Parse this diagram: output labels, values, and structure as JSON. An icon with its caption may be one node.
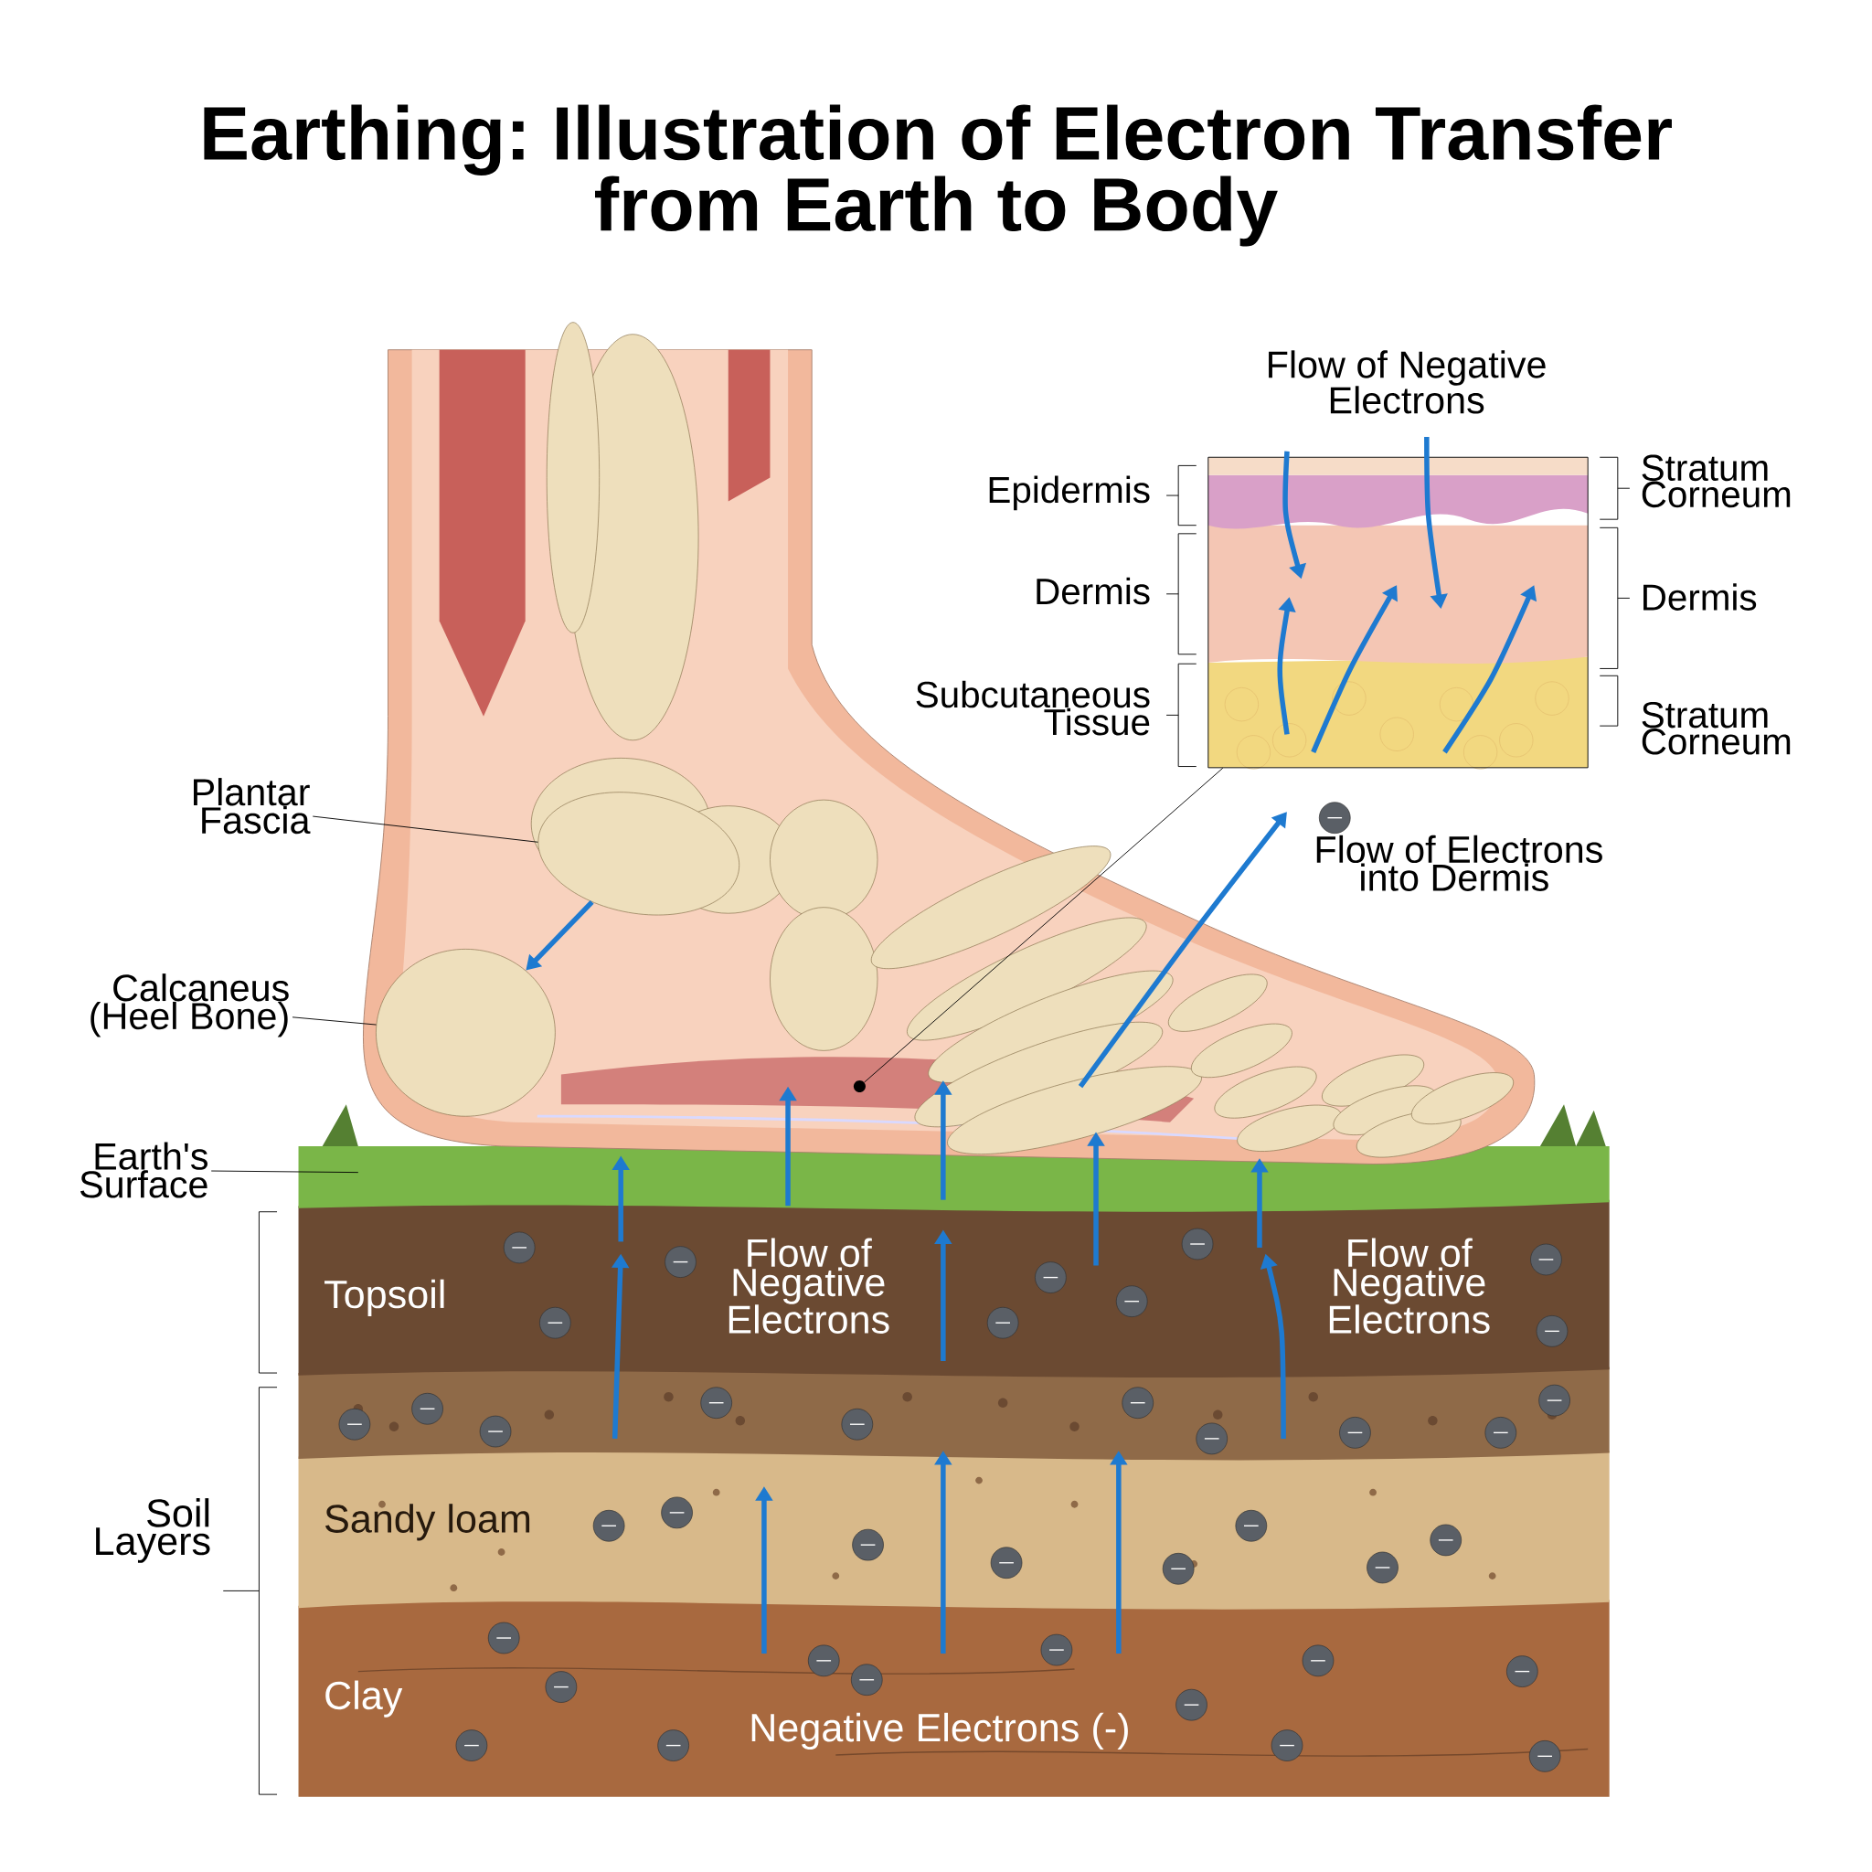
{
  "diagram": {
    "title": "Earthing: Illustration of Electron Transfer from Earth to Body",
    "nodes": [
      {
        "text": [
          "Plantar Fascia"
        ]
      },
      {
        "text": [
          "Calcaneus (Heel Bone)"
        ]
      },
      {
        "text": [
          "Earth's Surface"
        ]
      },
      {
        "text": [],
        "shape": "picture"
      },
      {
        "text": [],
        "shape": "circle"
      },
      {
        "text": [],
        "shape": "circle"
      },
      {
        "text": [],
        "shape": "circle"
      }
    ],
    "edges": [
      {
        "from": 0,
        "to": 5,
        "arrow": "none"
      },
      {
        "from": 1,
        "to": 6,
        "arrow": "none"
      },
      {
        "from": 2,
        "to": null,
        "arrow": "none"
      },
      {
        "from": 3,
        "to": 4,
        "arrow": "none"
      },
      {
        "from": 5,
        "to": 6,
        "arrow": "to",
        "style": "thick",
        "color": "#1e7ad0"
      }
    ],
    "labels": [
      "Flow of Negative Electrons",
      "Epidermis",
      "Dermis",
      "Subcutaneous Tissue",
      "Stratum Corneum",
      "Dermis",
      "Stratum Corneum",
      "Flow of Electrons into Dermis",
      "Topsoil",
      "Flow of Negative Electrons",
      "Flow of Negative Electrons",
      "Soil Layers",
      "Sandy loam",
      "Clay",
      "Negative Electrons (-)"
    ]
  }
}
